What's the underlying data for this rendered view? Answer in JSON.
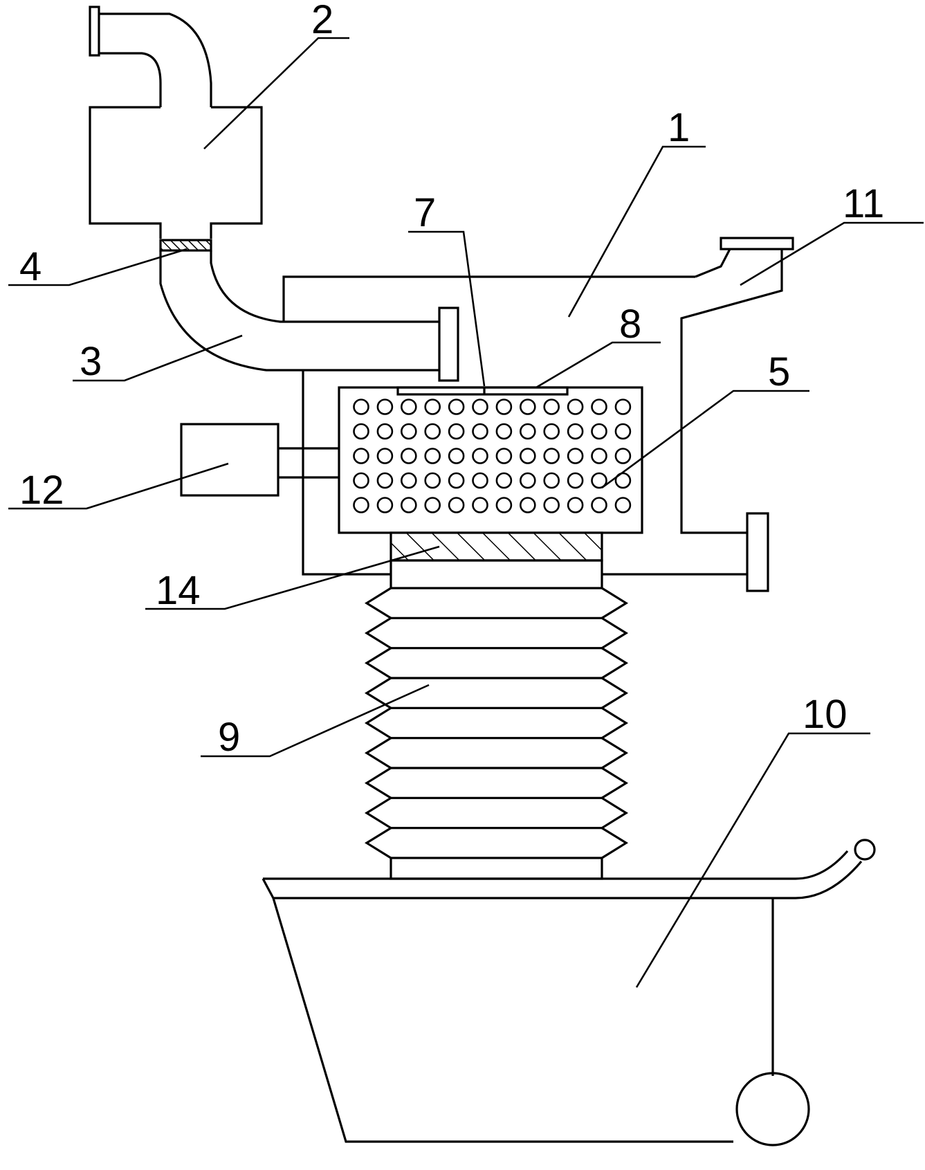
{
  "labels": {
    "n1": "1",
    "n2": "2",
    "n3": "3",
    "n4": "4",
    "n5": "5",
    "n7": "7",
    "n8": "8",
    "n9": "9",
    "n10": "10",
    "n11": "11",
    "n12": "12",
    "n14": "14"
  },
  "colors": {
    "line": "#000000",
    "background": "#ffffff"
  },
  "perforated_plate": {
    "rows": 5,
    "cols": 12
  },
  "bellows": {
    "folds": 9
  }
}
